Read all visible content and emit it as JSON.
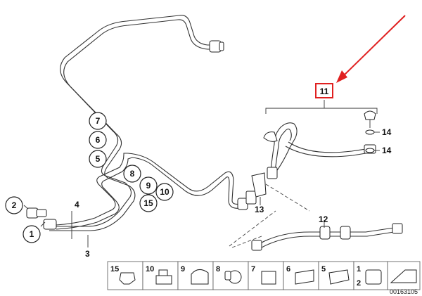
{
  "callouts": {
    "c1": "1",
    "c2": "2",
    "c3": "3",
    "c4": "4",
    "c5": "5",
    "c6": "6",
    "c7": "7",
    "c8": "8",
    "c9": "9",
    "c10": "10",
    "c11": "11",
    "c12": "12",
    "c13": "13",
    "c14a": "14",
    "c14b": "14",
    "c15": "15"
  },
  "legend": {
    "cells": [
      "15",
      "10",
      "9",
      "8",
      "7",
      "6",
      "5"
    ],
    "pair_top": "1",
    "pair_bottom": "2"
  },
  "footer": {
    "ref": "00163105"
  },
  "colors": {
    "highlight": "#e02020",
    "line": "#333333"
  }
}
